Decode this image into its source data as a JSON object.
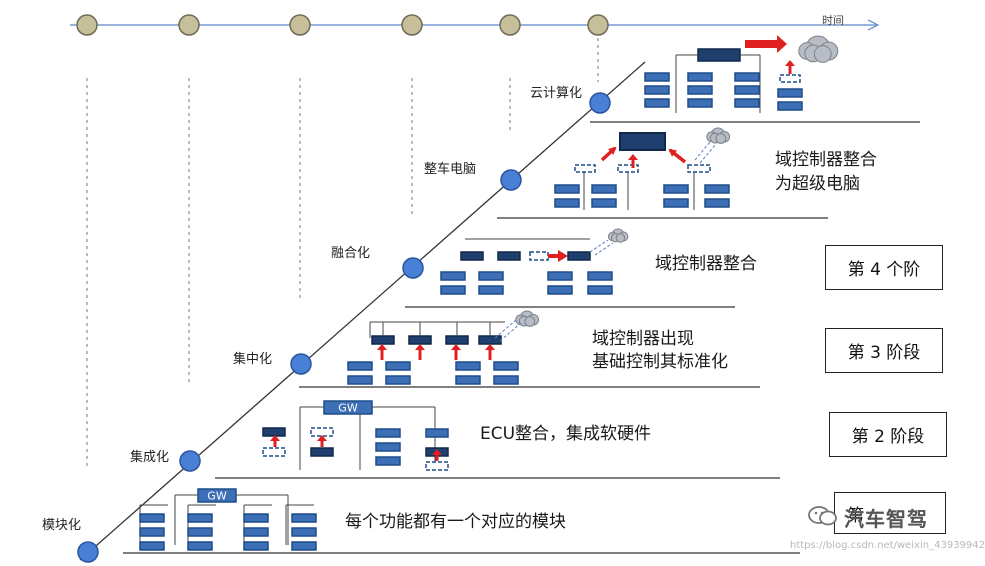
{
  "timeline": {
    "axis_label": "时间",
    "dot_count": 6
  },
  "milestones": [
    "模块化",
    "集成化",
    "集中化",
    "融合化",
    "整车电脑",
    "云计算化"
  ],
  "gateway_label": "GW",
  "descriptions": [
    "每个功能都有一个对应的模块",
    "ECU整合，集成软硬件",
    "域控制器出现",
    "基础控制其标准化",
    "域控制器整合",
    "域控制器整合",
    "为超级电脑"
  ],
  "stages": [
    "第 2 阶段",
    "第 3 阶段",
    "第 4 个阶"
  ],
  "stage1_partial": "第",
  "watermark": {
    "brand": "汽车智驾",
    "url": "https://blog.csdn.net/weixin_43939942"
  },
  "colors": {
    "module_fill": "#3c6fb5",
    "module_border": "#1e4d8c",
    "controller_fill": "#1f3f6e",
    "arrow": "#e02020",
    "dot_fill": "#c6bf9a",
    "milestone_dot": "#4a7fd6",
    "shelf_line": "#555555"
  }
}
